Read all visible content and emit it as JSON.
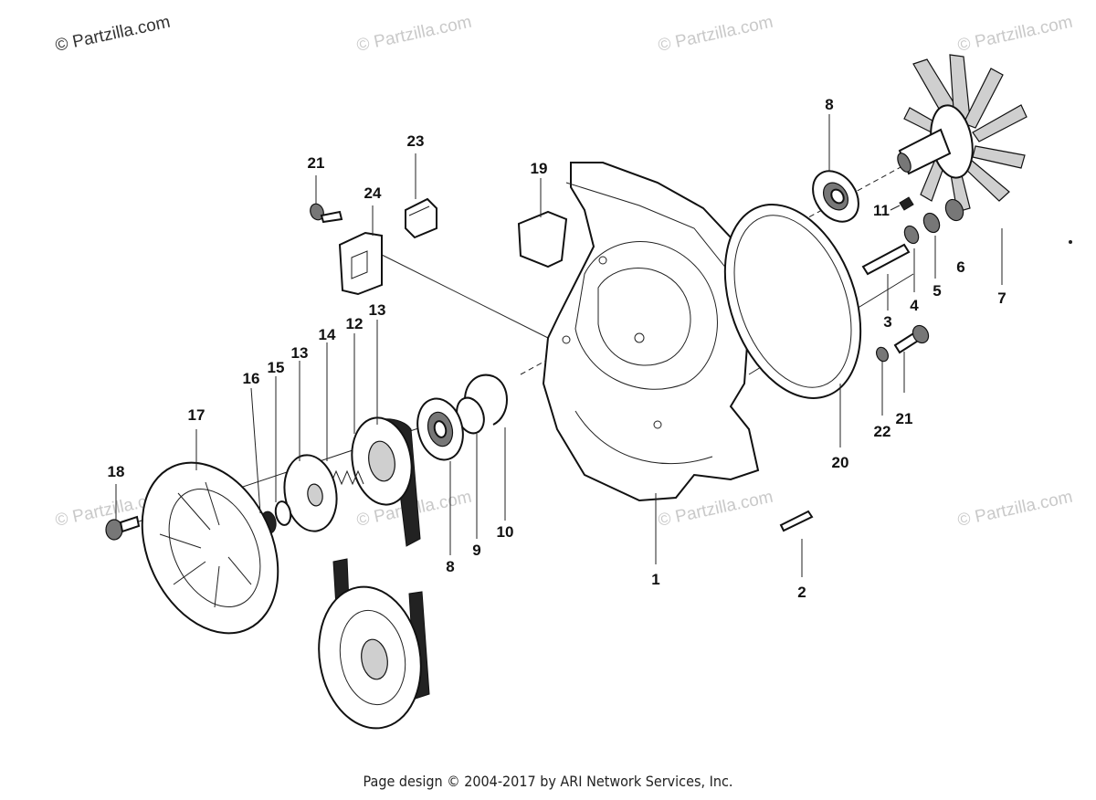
{
  "watermark": {
    "main": "© Partzilla.com",
    "faint": "© Partzilla.com"
  },
  "callouts": {
    "c1": "1",
    "c2": "2",
    "c3": "3",
    "c4": "4",
    "c5": "5",
    "c6": "6",
    "c7": "7",
    "c8a": "8",
    "c8b": "8",
    "c9": "9",
    "c10": "10",
    "c11": "11",
    "c12": "12",
    "c13a": "13",
    "c13b": "13",
    "c14": "14",
    "c15": "15",
    "c16": "16",
    "c17": "17",
    "c18": "18",
    "c19": "19",
    "c20": "20",
    "c21a": "21",
    "c21b": "21",
    "c22": "22",
    "c23": "23",
    "c24": "24"
  },
  "footer": "Page design © 2004-2017 by ARI Network Services, Inc."
}
